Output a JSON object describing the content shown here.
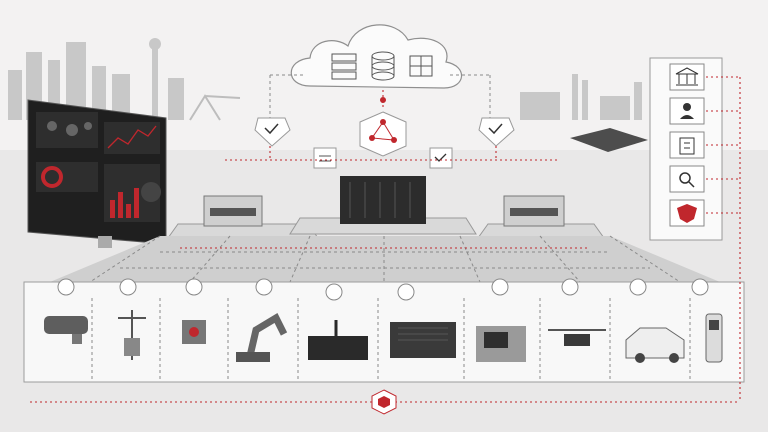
{
  "accent_color": "#c0272d",
  "cloud": {
    "icons": [
      "server-stack-icon",
      "database-icon",
      "cube-network-icon"
    ]
  },
  "security_hub": {
    "icons": [
      "shield-check-icon",
      "network-nodes-icon",
      "shield-check-icon"
    ]
  },
  "gateways": [
    "edge-gateway-left",
    "edge-server-rack",
    "edge-gateway-right"
  ],
  "device_icons": [
    "camera-icon",
    "thermometer-icon",
    "droplet-icon",
    "pulse-icon",
    "gear-icon",
    "wifi-icon",
    "camera-icon",
    "chart-icon",
    "location-pin-icon",
    "lightning-icon"
  ],
  "devices": [
    "security-camera",
    "weather-station",
    "sensor-unit",
    "robotic-arm",
    "router",
    "edge-computer",
    "control-panel",
    "drone",
    "car",
    "ev-charger"
  ],
  "stakeholders": [
    "government-icon",
    "person-icon",
    "clipboard-icon",
    "search-icon",
    "shield-icon"
  ],
  "dashboard": {
    "widgets": [
      "world-map",
      "line-chart",
      "donut-chart",
      "bar-chart",
      "shield-badge"
    ]
  }
}
